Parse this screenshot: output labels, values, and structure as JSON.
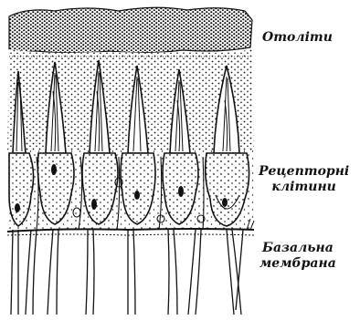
{
  "labels": {
    "otoliths": "Отоліти",
    "receptor_line1": "Рецепторні",
    "receptor_line2": "клітини",
    "basal_line1": "Базальна",
    "basal_line2": "мембрана"
  }
}
